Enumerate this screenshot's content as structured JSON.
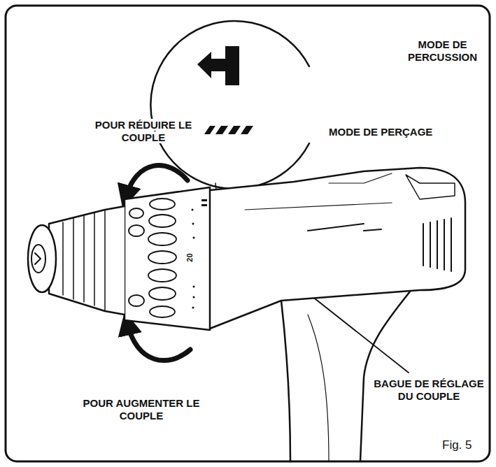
{
  "diagram": {
    "caption": "Fig. 5",
    "labels": [
      "MODE DE PERCUSSION",
      "MODE DE PERÇAGE",
      "POUR RÉDUIRE LE COUPLE",
      "POUR AUGMENTER LE COUPLE",
      "BAGUE DE RÉGLAGE DU COUPLE",
      "20"
    ]
  }
}
